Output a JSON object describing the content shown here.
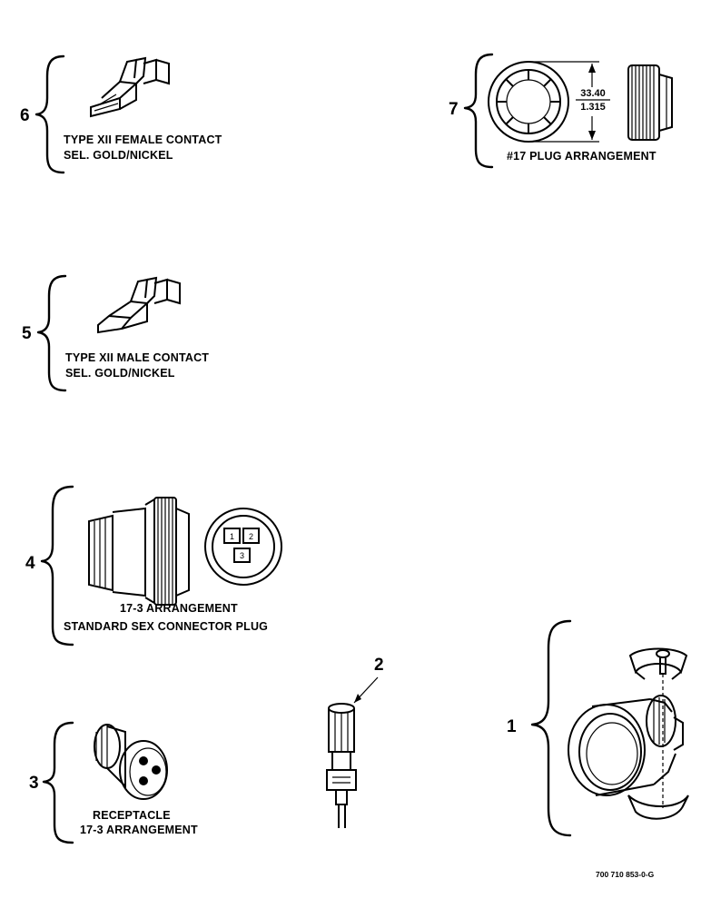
{
  "parts": [
    {
      "callout": "6",
      "caption_lines": [
        "TYPE XII FEMALE CONTACT",
        "SEL. GOLD/NICKEL"
      ]
    },
    {
      "callout": "7",
      "caption_lines": [
        "#17 PLUG ARRANGEMENT"
      ],
      "dimension_top": "33.40",
      "dimension_bottom": "1.315"
    },
    {
      "callout": "5",
      "caption_lines": [
        "TYPE XII MALE CONTACT",
        "SEL. GOLD/NICKEL"
      ]
    },
    {
      "callout": "4",
      "caption_lines": [
        "17-3 ARRANGEMENT",
        "STANDARD SEX CONNECTOR PLUG"
      ],
      "pin_labels": [
        "1",
        "2",
        "3"
      ]
    },
    {
      "callout": "3",
      "caption_lines": [
        "RECEPTACLE",
        "17-3 ARRANGEMENT"
      ]
    },
    {
      "callout": "2",
      "caption_lines": []
    },
    {
      "callout": "1",
      "caption_lines": []
    }
  ],
  "footer_code": "700 710 853-0-G"
}
